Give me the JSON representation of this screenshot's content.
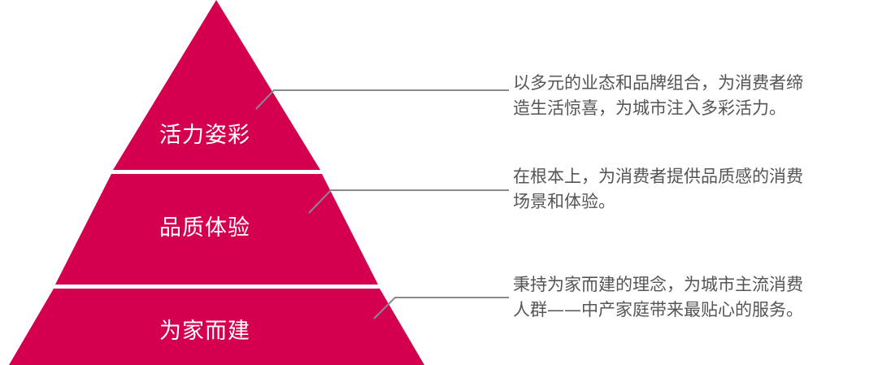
{
  "colors": {
    "pyramid_fill": "#d4004f",
    "connector_line": "#8a8a8a",
    "description_text": "#555555",
    "tier_label_text": "#ffffff"
  },
  "tiers": [
    {
      "label": "活力姿彩",
      "description_line1": "以多元的业态和品牌组合，为消费者缔",
      "description_line2": "造生活惊喜，为城市注入多彩活力。"
    },
    {
      "label": "品质体验",
      "description_line1": "在根本上，为消费者提供品质感的消费",
      "description_line2": "场景和体验。"
    },
    {
      "label": "为家而建",
      "description_line1": "秉持为家而建的理念，为城市主流消费",
      "description_line2": "人群——中产家庭带来最贴心的服务。"
    }
  ]
}
